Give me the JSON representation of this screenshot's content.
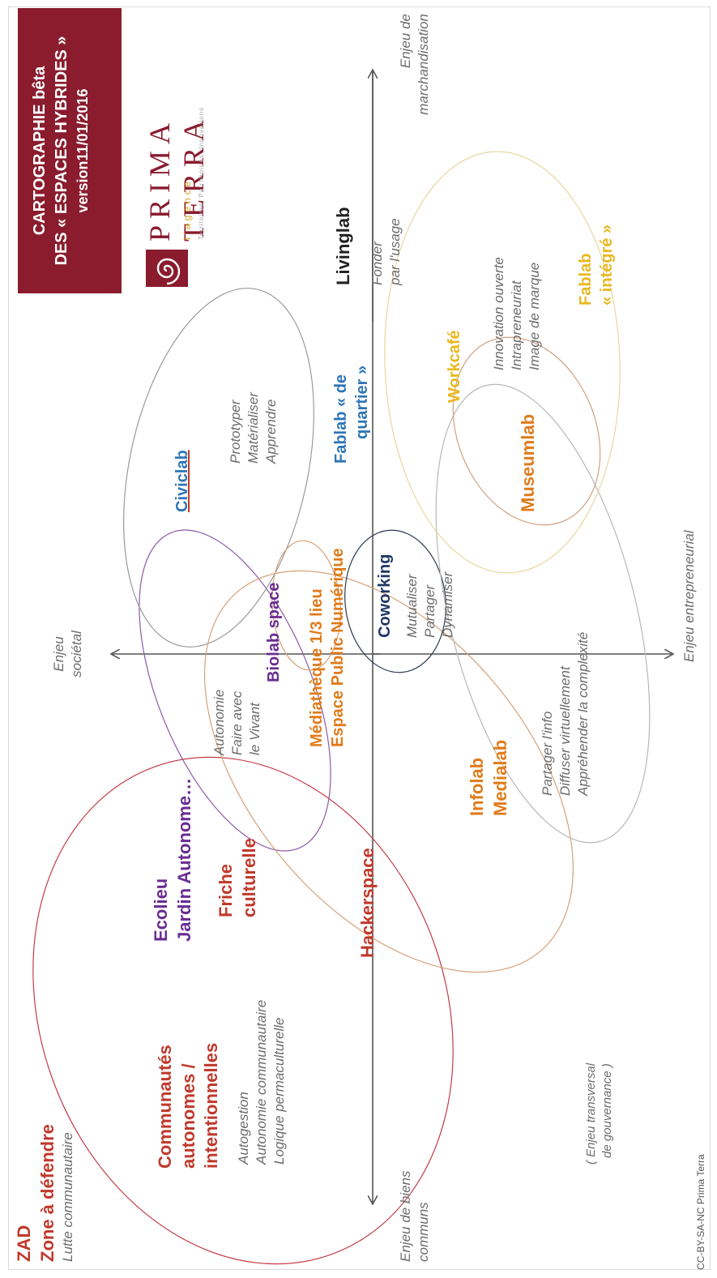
{
  "title": {
    "line1": "CARTOGRAPHIE bêta",
    "line2": "DES « ESPACES HYBRIDES »",
    "line3": "version11/01/2016"
  },
  "logo": {
    "name": "PRIMA TERRA",
    "subtitle": "l'agence",
    "tagline": "Territoires, Patrimoines, Innovations"
  },
  "axes": {
    "top": "Enjeu sociétal",
    "bottom": "Enjeu entrepreneurial",
    "left": "Enjeu de biens communs",
    "right": "Enjeu de marchandisation"
  },
  "labels": {
    "zad_1": "ZAD",
    "zad_2": "Zone à défendre",
    "zad_3": "Lutte communautaire",
    "comm_1": "Communautés",
    "comm_2": "autonomes /",
    "comm_3": "intentionnelles",
    "comm_desc_1": "Autogestion",
    "comm_desc_2": "Autonomie communautaire",
    "comm_desc_3": "Logique permaculturelle",
    "ecolieu_1": "Ecolieu",
    "ecolieu_2": "Jardin Autonome…",
    "friche_1": "Friche",
    "friche_2": "culturelle",
    "autonomie_1": "Autonomie",
    "autonomie_2": "Faire avec",
    "autonomie_3": "le Vivant",
    "biolab": "Biolab space",
    "civiclab": "Civiclab",
    "civic_desc_1": "Prototyper",
    "civic_desc_2": "Matérialiser",
    "civic_desc_3": "Apprendre",
    "mediatheque_1": "Médiathèque 1/3 lieu",
    "mediatheque_2": "Espace Public Numérique",
    "fablab_q_1": "Fablab « de",
    "fablab_q_2": "quartier »",
    "coworking": "Coworking",
    "cowork_desc_1": "Mutualiser",
    "cowork_desc_2": "Partager",
    "cowork_desc_3": "Dynamiser",
    "hackerspace": "Hackerspace",
    "infolab_1": "Infolab",
    "infolab_2": "Medialab",
    "infolab_desc_1": "Partager l'info",
    "infolab_desc_2": "Diffuser virtuellement",
    "infolab_desc_3": "Appréhender la complexité",
    "museumlab": "Museumlab",
    "workcafe": "Workcafé",
    "livinglab": "Livinglab",
    "living_desc_1": "Fonder",
    "living_desc_2": "par l'usage",
    "innov_1": "Innovation ouverte",
    "innov_2": "Intrapreneuriat",
    "innov_3": "Image de marque",
    "fablab_int_1": "Fablab",
    "fablab_int_2": "« intégré »",
    "gouv_1": "( Enjeu transversal",
    "gouv_2": "de gouvernance )",
    "license": "CC-BY-SA-NC Prima Terra"
  },
  "colors": {
    "brand": "#8a1c2e",
    "red": "#c0392b",
    "purple": "#6a2c91",
    "orange": "#e07b1a",
    "blue": "#2e75b6",
    "gold": "#e8b820",
    "axis": "#555555"
  }
}
